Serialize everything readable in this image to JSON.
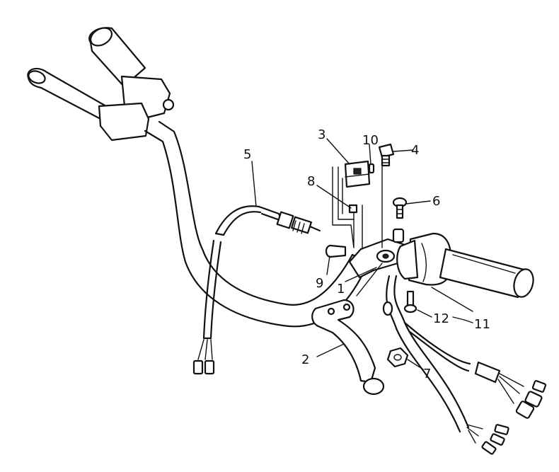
{
  "callouts": [
    {
      "id": "c1",
      "text": "1"
    },
    {
      "id": "c2",
      "text": "2"
    },
    {
      "id": "c3",
      "text": "3"
    },
    {
      "id": "c4",
      "text": "4"
    },
    {
      "id": "c5",
      "text": "5"
    },
    {
      "id": "c6",
      "text": "6"
    },
    {
      "id": "c7",
      "text": "7"
    },
    {
      "id": "c8",
      "text": "8"
    },
    {
      "id": "c9",
      "text": "9"
    },
    {
      "id": "c10",
      "text": "10"
    },
    {
      "id": "c11",
      "text": "11"
    },
    {
      "id": "c12",
      "text": "12"
    }
  ]
}
